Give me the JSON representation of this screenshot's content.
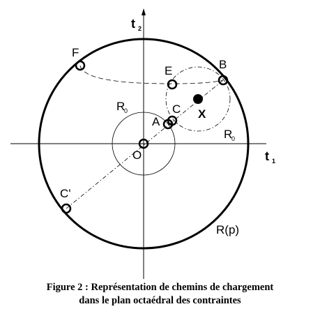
{
  "diagram": {
    "axes": {
      "horizontal": {
        "letter": "t",
        "subscript": "1"
      },
      "vertical": {
        "letter": "t",
        "subscript": "2"
      }
    },
    "points": [
      {
        "id": "O",
        "label": "O"
      },
      {
        "id": "A",
        "label": "A"
      },
      {
        "id": "C",
        "label": "C"
      },
      {
        "id": "E",
        "label": "E"
      },
      {
        "id": "B",
        "label": "B"
      },
      {
        "id": "F",
        "label": "F"
      },
      {
        "id": "C_prime",
        "label": "C'"
      },
      {
        "id": "X",
        "label": "X"
      }
    ],
    "circles": {
      "outer": {
        "label": "R(p)"
      },
      "inner_O": {
        "letter": "R",
        "subscript": "0"
      },
      "inner_X": {
        "letter": "R",
        "subscript": "0"
      }
    }
  },
  "caption": {
    "line1": "Figure 2 : Représentation de chemins de chargement",
    "line2": "dans le plan octaédral des contraintes"
  }
}
